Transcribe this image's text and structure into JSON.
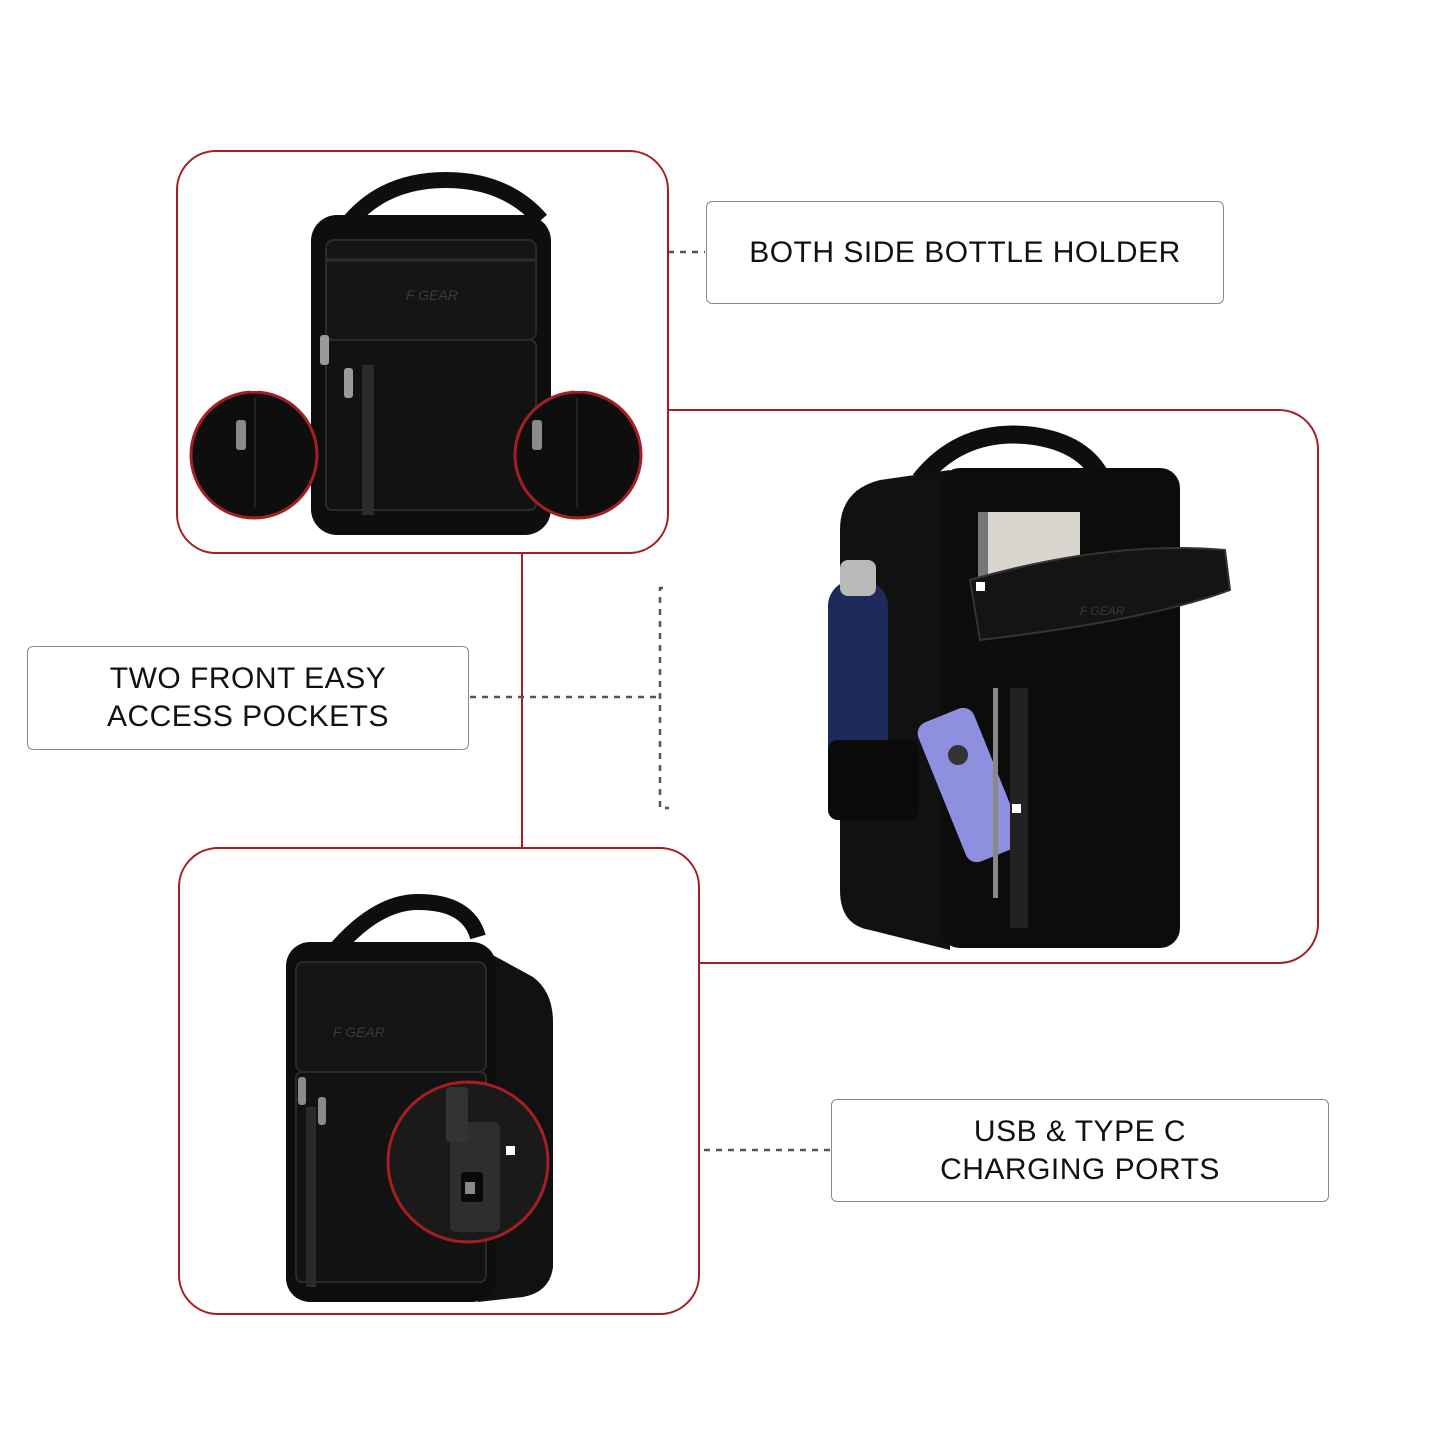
{
  "colors": {
    "accent": "#a41e22",
    "bag": "#0e0e0e",
    "bottle": "#1e2a5a",
    "phone": "#8f8fe0"
  },
  "brand_logo": "F GEAR",
  "callouts": {
    "bottle_holder": "BOTH SIDE BOTTLE HOLDER",
    "front_pockets": {
      "line1": "TWO FRONT EASY",
      "line2": "ACCESS POCKETS"
    },
    "charging_ports": {
      "line1": "USB & TYPE C",
      "line2": "CHARGING PORTS"
    }
  },
  "icons": [
    "backpack-front-image",
    "backpack-open-pocket-image",
    "backpack-usb-image",
    "side-pocket-zoom",
    "usb-port-zoom"
  ]
}
